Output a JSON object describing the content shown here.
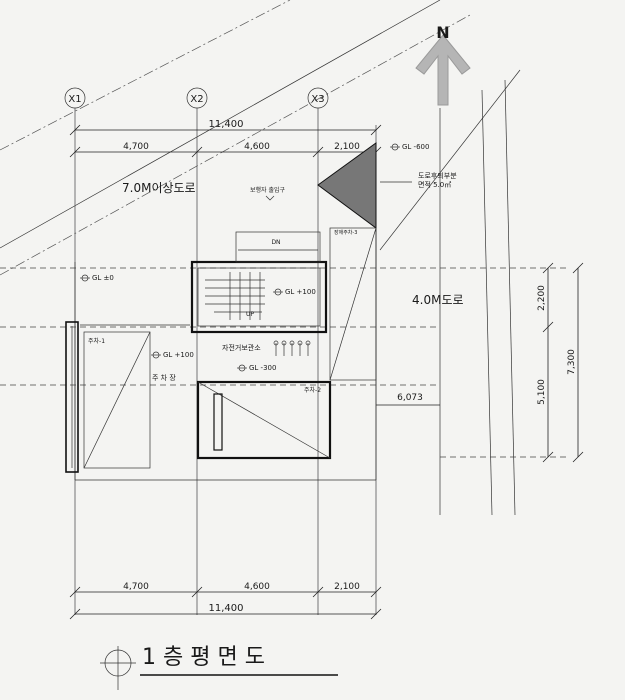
{
  "north": {
    "label": "N"
  },
  "grid_axes": [
    "X1",
    "X2",
    "X3"
  ],
  "dimensions": {
    "top_total": "11,400",
    "top_segments": [
      "4,700",
      "4,600",
      "2,100"
    ],
    "bottom_total": "11,400",
    "bottom_segments": [
      "4,700",
      "4,600",
      "2,100"
    ],
    "right_segments": [
      "2,200",
      "5,100"
    ],
    "right_total": "7,300",
    "setback": "6,073"
  },
  "roads": {
    "main": "7.0M이상도로",
    "side": "4.0M도로"
  },
  "levels": {
    "gl_minus600": "GL -600",
    "gl_zero": "GL ±0",
    "gl_plus100_a": "GL +100",
    "gl_plus100_b": "GL +100",
    "gl_minus300": "GL -300"
  },
  "notes": {
    "road_area_line1": "도로후퇴부분",
    "road_area_line2": "면적 5.0㎡",
    "entrance": "보행자 출입구",
    "dn": "DN",
    "up": "UP",
    "bike_storage": "자전거보관소",
    "parking_area": "주 차 장",
    "parking1": "주차-1",
    "parking2": "주차-2",
    "parking3": "장애주차-3"
  },
  "title": "1 층 평 면 도"
}
